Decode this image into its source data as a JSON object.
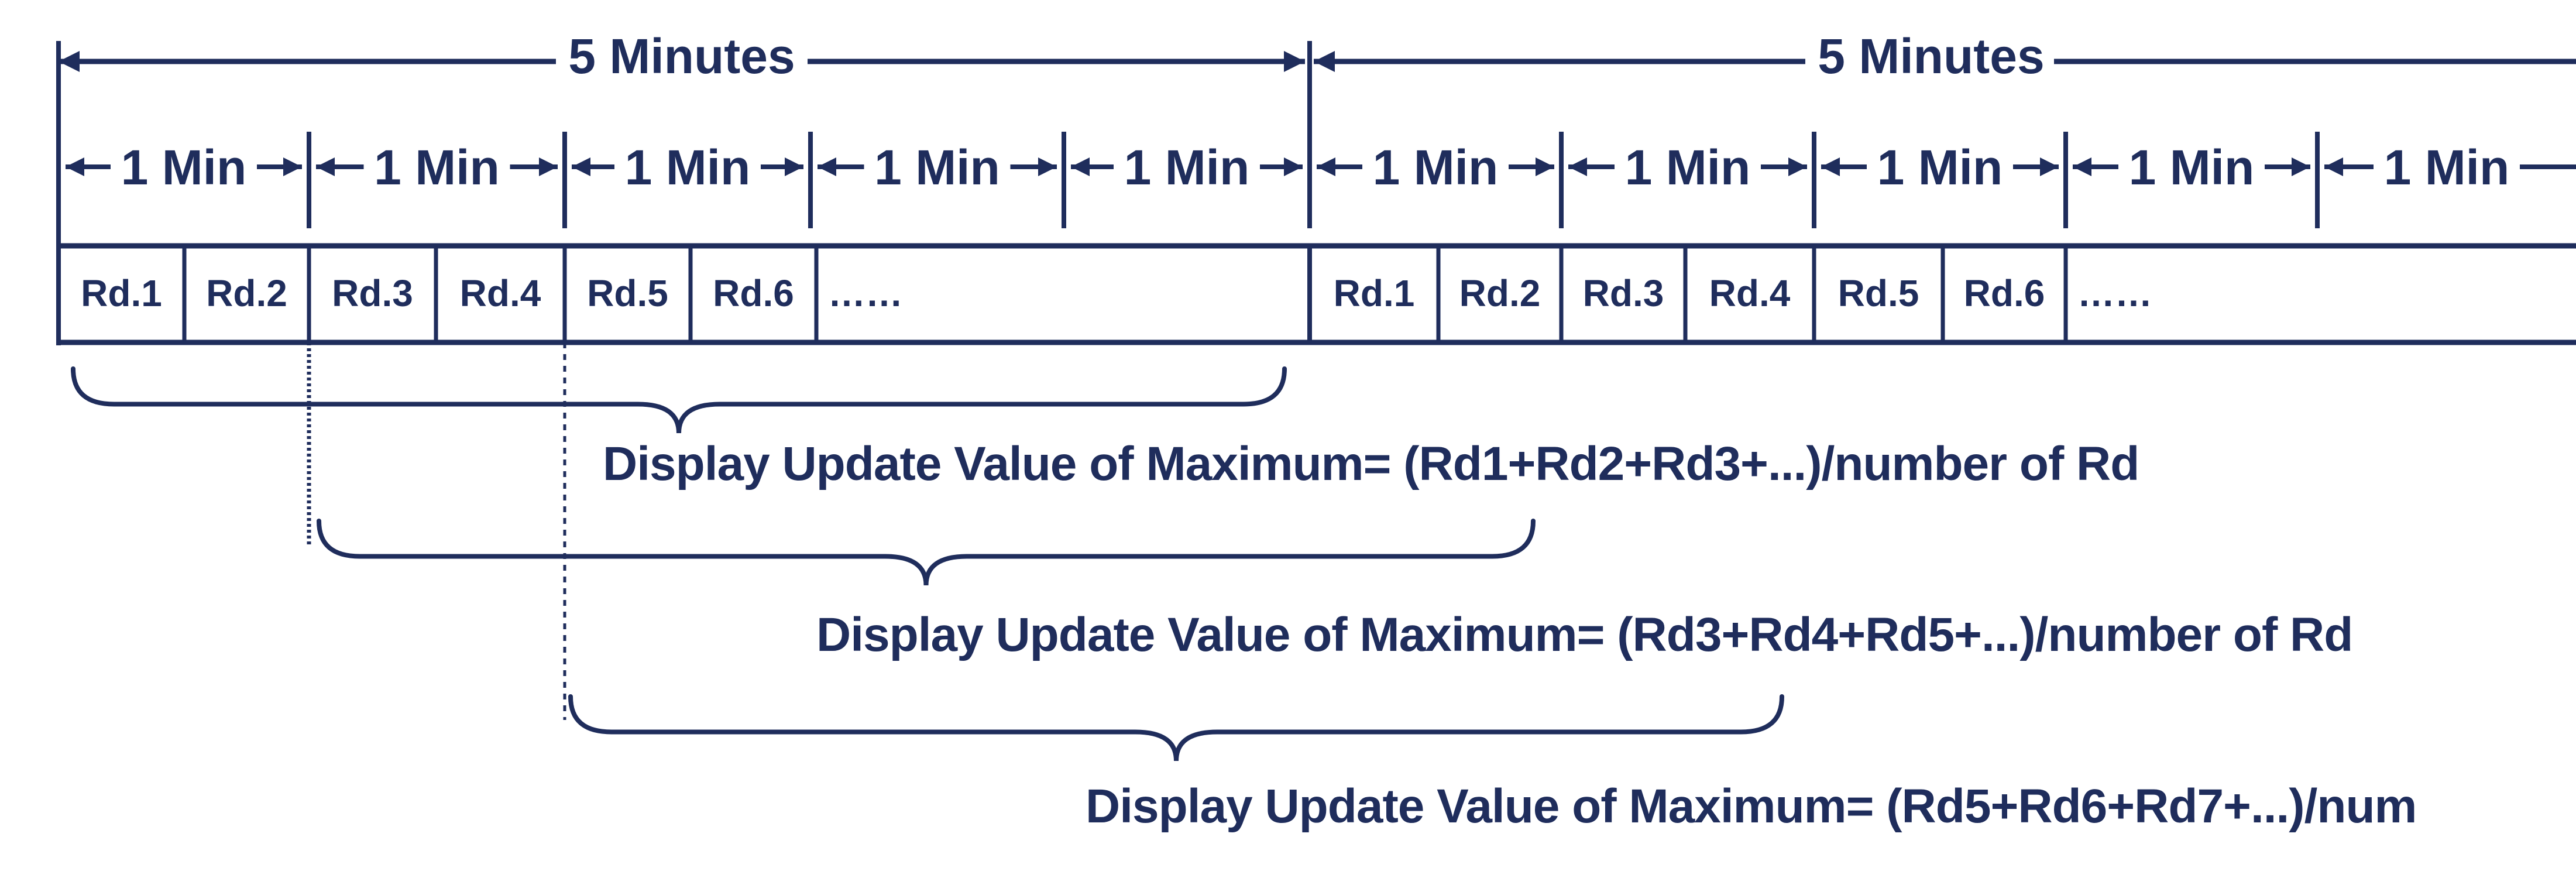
{
  "diagram": {
    "span_label": "5 Minutes",
    "minute_label": "1 Min",
    "left_cells": [
      "Rd.1",
      "Rd.2",
      "Rd.3",
      "Rd.4",
      "Rd.5",
      "Rd.6",
      "……"
    ],
    "right_cells": [
      "Rd.1",
      "Rd.2",
      "Rd.3",
      "Rd.4",
      "Rd.5",
      "Rd.6",
      "……"
    ],
    "formulas": [
      "Display Update Value of Maximum= (Rd1+Rd2+Rd3+...)/number of Rd",
      "Display Update Value of Maximum= (Rd3+Rd4+Rd5+...)/number of Rd",
      "Display Update Value of Maximum= (Rd5+Rd6+Rd7+...)/num"
    ],
    "colors": {
      "ink": "#1f2d5c",
      "background": "#ffffff"
    }
  }
}
